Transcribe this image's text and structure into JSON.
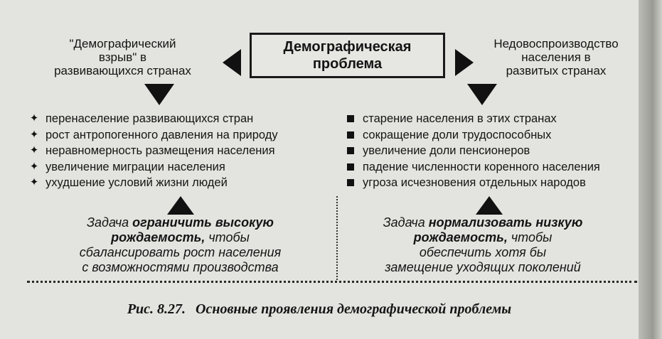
{
  "center": {
    "title_line1": "Демографическая",
    "title_line2": "проблема"
  },
  "left": {
    "label_line1": "\"Демографический",
    "label_line2": "взрыв\" в",
    "label_line3": "развивающихся странах",
    "bullets": [
      "перенаселение развивающихся стран",
      "рост антропогенного давления на природу",
      "неравномерность размещения населения",
      "увеличение миграции населения",
      "ухудшение условий жизни людей"
    ],
    "task": {
      "prefix": "Задача ",
      "bold1": "ограничить высокую",
      "bold2": "рождаемость,",
      "rest1": " чтобы",
      "line3": "сбалансировать рост населения",
      "line4": "с возможностями производства"
    }
  },
  "right": {
    "label_line1": "Недовоспроизводство",
    "label_line2": "населения в",
    "label_line3": "развитых странах",
    "bullets": [
      "старение населения в этих странах",
      "сокращение доли трудоспособных",
      "увеличение доли пенсионеров",
      "падение численности коренного населения",
      "угроза исчезновения отдельных народов"
    ],
    "task": {
      "prefix": "Задача ",
      "bold1": "нормализовать низкую",
      "bold2": "рождаемость,",
      "rest1": " чтобы",
      "line3": "обеспечить хотя бы",
      "line4": "замещение уходящих поколений"
    }
  },
  "caption": {
    "number": "Рис. 8.27.",
    "text": "Основные проявления демографической проблемы"
  },
  "icons": {
    "left_bullet": "four-pointed-star-icon",
    "right_bullet": "black-square-icon"
  },
  "colors": {
    "ink": "#141414",
    "paper": "#e3e3df"
  }
}
